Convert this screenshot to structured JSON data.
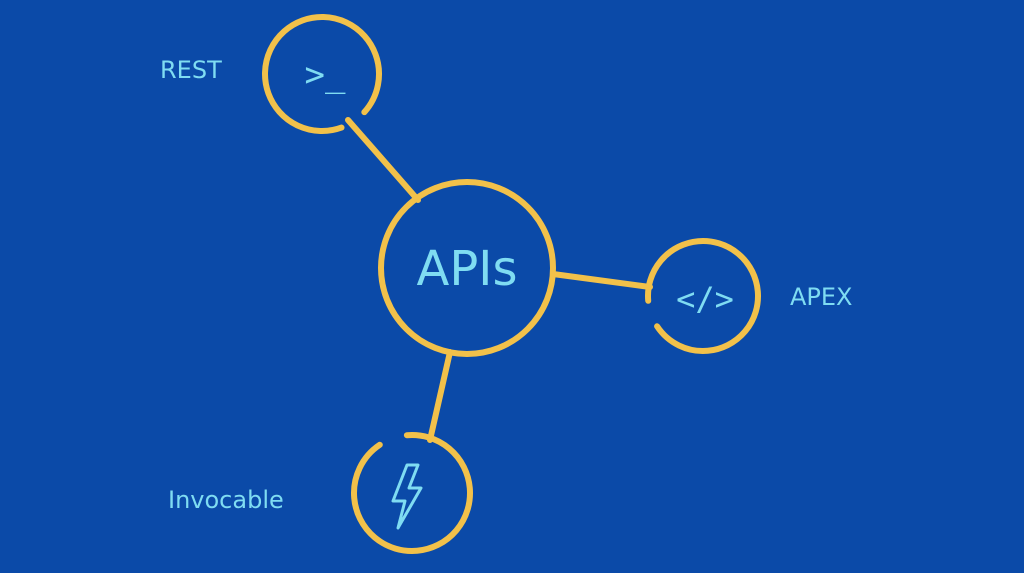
{
  "diagram": {
    "center": {
      "label": "APIs"
    },
    "nodes": [
      {
        "id": "rest",
        "label": "REST",
        "icon": "terminal-prompt-icon",
        "glyph": ">_"
      },
      {
        "id": "apex",
        "label": "APEX",
        "icon": "code-brackets-icon",
        "glyph": "</>"
      },
      {
        "id": "invocable",
        "label": "Invocable",
        "icon": "lightning-bolt-icon"
      }
    ]
  },
  "colors": {
    "background": "#0b4aa8",
    "ring": "#f2c14a",
    "text": "#7fdcf2"
  }
}
